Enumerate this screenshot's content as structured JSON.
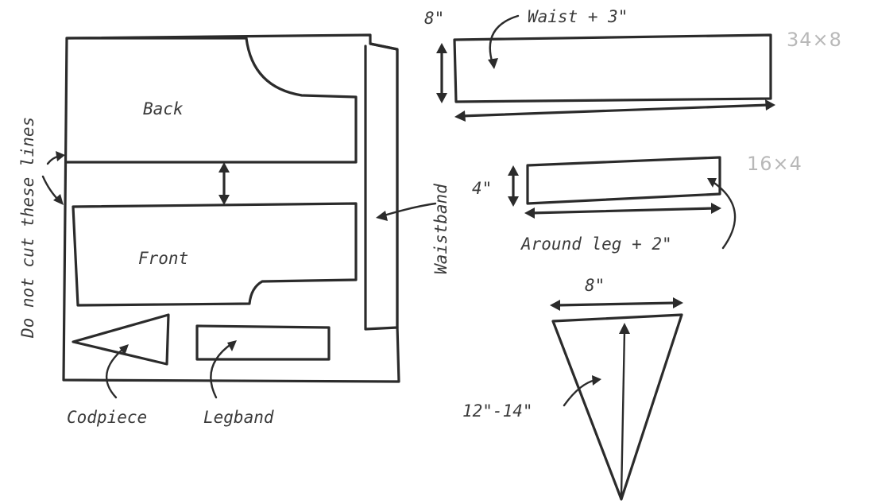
{
  "pieces": {
    "back": "Back",
    "front": "Front",
    "waistband": "Waistband",
    "codpiece": "Codpiece",
    "legband": "Legband"
  },
  "note": "Do not cut these lines",
  "waistband_piece": {
    "height": "8\"",
    "length": "Waist + 3\"",
    "pencil_size": "34×8"
  },
  "legband_piece": {
    "height": "4\"",
    "length": "Around leg + 2\"",
    "pencil_size": "16×4"
  },
  "codpiece_piece": {
    "width": "8\"",
    "height": "12\"-14\""
  }
}
